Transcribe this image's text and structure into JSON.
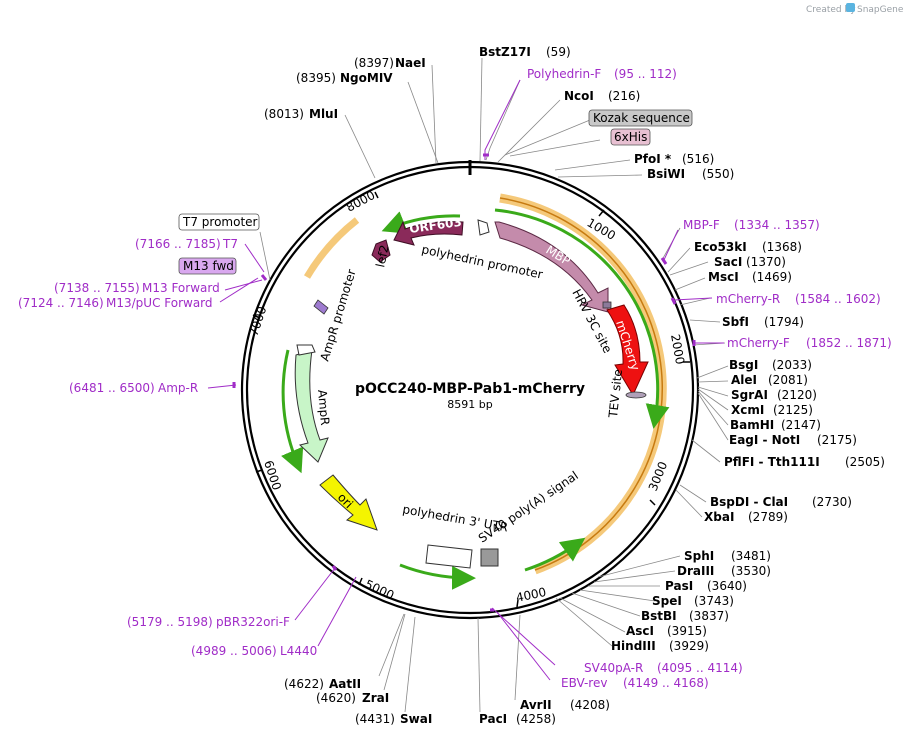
{
  "credit": {
    "prefix": "Created by",
    "brand": "SnapGene"
  },
  "plasmid": {
    "name": "pOCC240-MBP-Pab1-mCherry",
    "length": "8591 bp"
  },
  "ticks": [
    "1000",
    "2000",
    "3000",
    "4000",
    "5000",
    "6000",
    "7000",
    "8000"
  ],
  "sites_right": [
    {
      "name": "BstZ17I",
      "pos": "(59)"
    },
    {
      "name": "Polyhedrin-F",
      "pos": "(95 .. 112)",
      "primer": true
    },
    {
      "name": "NcoI",
      "pos": "(216)"
    },
    {
      "name": "Kozak sequence",
      "pos": "",
      "boxed": "gray"
    },
    {
      "name": "6xHis",
      "pos": "",
      "boxed": "pink"
    },
    {
      "name": "PfoI *",
      "pos": "(516)"
    },
    {
      "name": "BsiWI",
      "pos": "(550)"
    },
    {
      "name": "MBP-F",
      "pos": "(1334 .. 1357)",
      "primer": true
    },
    {
      "name": "Eco53kI",
      "pos": "(1368)"
    },
    {
      "name": "SacI",
      "pos": "(1370)"
    },
    {
      "name": "MscI",
      "pos": "(1469)"
    },
    {
      "name": "mCherry-R",
      "pos": "(1584 .. 1602)",
      "primer": true
    },
    {
      "name": "SbfI",
      "pos": "(1794)"
    },
    {
      "name": "mCherry-F",
      "pos": "(1852 .. 1871)",
      "primer": true
    },
    {
      "name": "BsgI",
      "pos": "(2033)"
    },
    {
      "name": "AleI",
      "pos": "(2081)"
    },
    {
      "name": "SgrAI",
      "pos": "(2120)"
    },
    {
      "name": "XcmI",
      "pos": "(2125)"
    },
    {
      "name": "BamHI",
      "pos": "(2147)"
    },
    {
      "name": "EagI - NotI",
      "pos": "(2175)"
    },
    {
      "name": "PflFI - Tth111I",
      "pos": "(2505)"
    },
    {
      "name": "BspDI - ClaI",
      "pos": "(2730)"
    },
    {
      "name": "XbaI",
      "pos": "(2789)"
    },
    {
      "name": "SphI",
      "pos": "(3481)"
    },
    {
      "name": "DraIII",
      "pos": "(3530)"
    },
    {
      "name": "PasI",
      "pos": "(3640)"
    },
    {
      "name": "SpeI",
      "pos": "(3743)"
    },
    {
      "name": "BstBI",
      "pos": "(3837)"
    },
    {
      "name": "AscI",
      "pos": "(3915)"
    },
    {
      "name": "HindIII",
      "pos": "(3929)"
    },
    {
      "name": "SV40pA-R",
      "pos": "(4095 .. 4114)",
      "primer": true
    },
    {
      "name": "EBV-rev",
      "pos": "(4149 .. 4168)",
      "primer": true
    },
    {
      "name": "AvrII",
      "pos": "(4208)"
    }
  ],
  "sites_left": [
    {
      "name": "NaeI",
      "pos": "(8397)"
    },
    {
      "name": "NgoMIV",
      "pos": "(8395)"
    },
    {
      "name": "MluI",
      "pos": "(8013)"
    },
    {
      "name": "T7 promoter",
      "pos": "",
      "boxed": "white"
    },
    {
      "name": "T7",
      "pos": "(7166 .. 7185)",
      "primer": true
    },
    {
      "name": "M13 fwd",
      "pos": "",
      "boxed": "violet"
    },
    {
      "name": "M13 Forward",
      "pos": "(7138 .. 7155)",
      "primer": true
    },
    {
      "name": "M13/pUC Forward",
      "pos": "(7124 .. 7146)",
      "primer": true
    },
    {
      "name": "Amp-R",
      "pos": "(6481 .. 6500)",
      "primer": true
    },
    {
      "name": "pBR322ori-F",
      "pos": "(5179 .. 5198)",
      "primer": true
    },
    {
      "name": "L4440",
      "pos": "(4989 .. 5006)",
      "primer": true
    },
    {
      "name": "AatII",
      "pos": "(4622)"
    },
    {
      "name": "ZraI",
      "pos": "(4620)"
    },
    {
      "name": "SwaI",
      "pos": "(4431)"
    },
    {
      "name": "PacI",
      "pos": "(4258)"
    }
  ],
  "features": {
    "orf603": "ORF603",
    "lef2": "lef2",
    "polyhedrin_promoter": "polyhedrin promoter",
    "mbp": "MBP",
    "hrv3c": "HRV 3C site",
    "mcherry": "mCherry",
    "tev": "TEV site",
    "ampr_promoter": "AmpR promoter",
    "ampr": "AmpR",
    "ori": "ori",
    "polyhedrin_utr": "polyhedrin 3' UTR",
    "sv40": "SV40 poly(A) signal"
  },
  "colors": {
    "backbone": "#000000",
    "primer": "#a02cc7",
    "orf_arrow": "#8a2a5a",
    "mbp": "#c48bab",
    "mcherry": "#ee1111",
    "ampr": "#c8f5c8",
    "ori": "#f4f400",
    "orf_track": "#f5a623",
    "green_track": "#3aaa1a"
  }
}
